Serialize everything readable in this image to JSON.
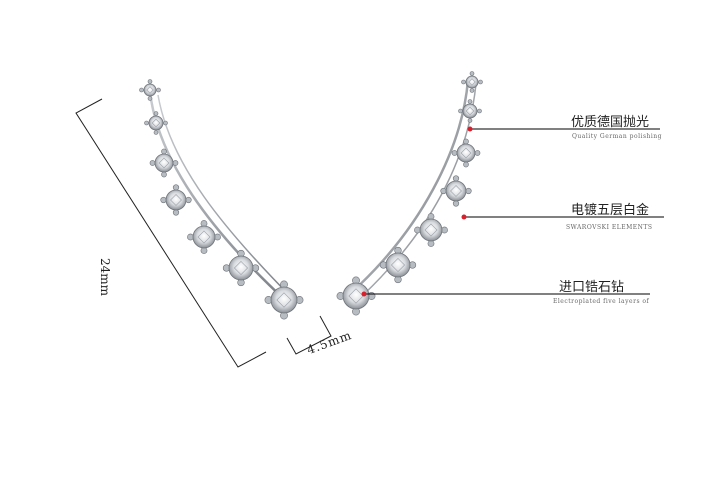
{
  "callouts": [
    {
      "title": "优质德国抛光",
      "subtitle": "Quality German polishing"
    },
    {
      "title": "电镀五层白金",
      "subtitle": "SWAROVSKI ELEMENTS"
    },
    {
      "title": "进口锆石钻",
      "subtitle": "Electroplated five layers of"
    }
  ],
  "dimensions": {
    "length": "24mm",
    "gap": "4.5mm"
  },
  "colors": {
    "dot": "#d8202c",
    "line": "#000000"
  }
}
